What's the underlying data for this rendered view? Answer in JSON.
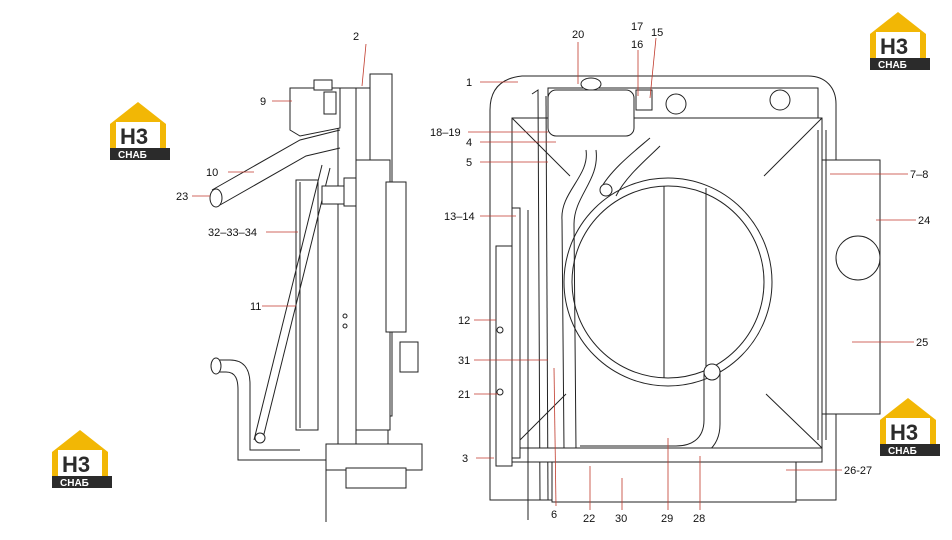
{
  "callouts": {
    "c1": "1",
    "c2": "2",
    "c3": "3",
    "c4": "4",
    "c5": "5",
    "c6": "6",
    "c7_8": "7–8",
    "c9": "9",
    "c10": "10",
    "c11": "11",
    "c12": "12",
    "c13_14": "13–14",
    "c15": "15",
    "c16": "16",
    "c17": "17",
    "c18_19": "18–19",
    "c20": "20",
    "c21": "21",
    "c22": "22",
    "c23": "23",
    "c24": "24",
    "c25": "25",
    "c26_27": "26-27",
    "c28": "28",
    "c29": "29",
    "c30": "30",
    "c31": "31",
    "c32_33_34": "32–33–34"
  },
  "watermark": {
    "letters": "H3",
    "word": "СНАБ",
    "colors": {
      "house": "#f2b705",
      "dark": "#2b2b2b",
      "text": "#ffffff"
    }
  },
  "colors": {
    "leader": "#c0392b",
    "outline": "#222222"
  }
}
